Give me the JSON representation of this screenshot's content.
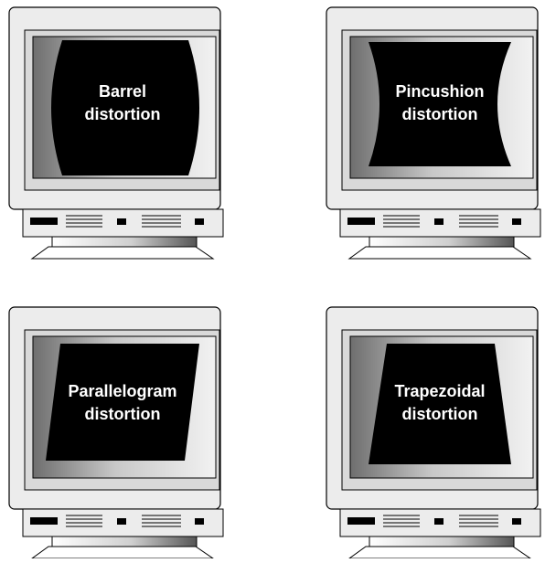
{
  "monitors": [
    {
      "id": "barrel",
      "label_line1": "Barrel",
      "label_line2": "distortion"
    },
    {
      "id": "pincushion",
      "label_line1": "Pincushion",
      "label_line2": "distortion"
    },
    {
      "id": "parallelogram",
      "label_line1": "Parallelogram",
      "label_line2": "distortion"
    },
    {
      "id": "trapezoidal",
      "label_line1": "Trapezoidal",
      "label_line2": "distortion"
    }
  ],
  "colors": {
    "case_fill": "#ececec",
    "case_stroke": "#000000",
    "screen_fill": "#000000",
    "label_text": "#ffffff",
    "bezel_dark": "#6e6e6e",
    "bezel_light": "#e6e6e6"
  }
}
